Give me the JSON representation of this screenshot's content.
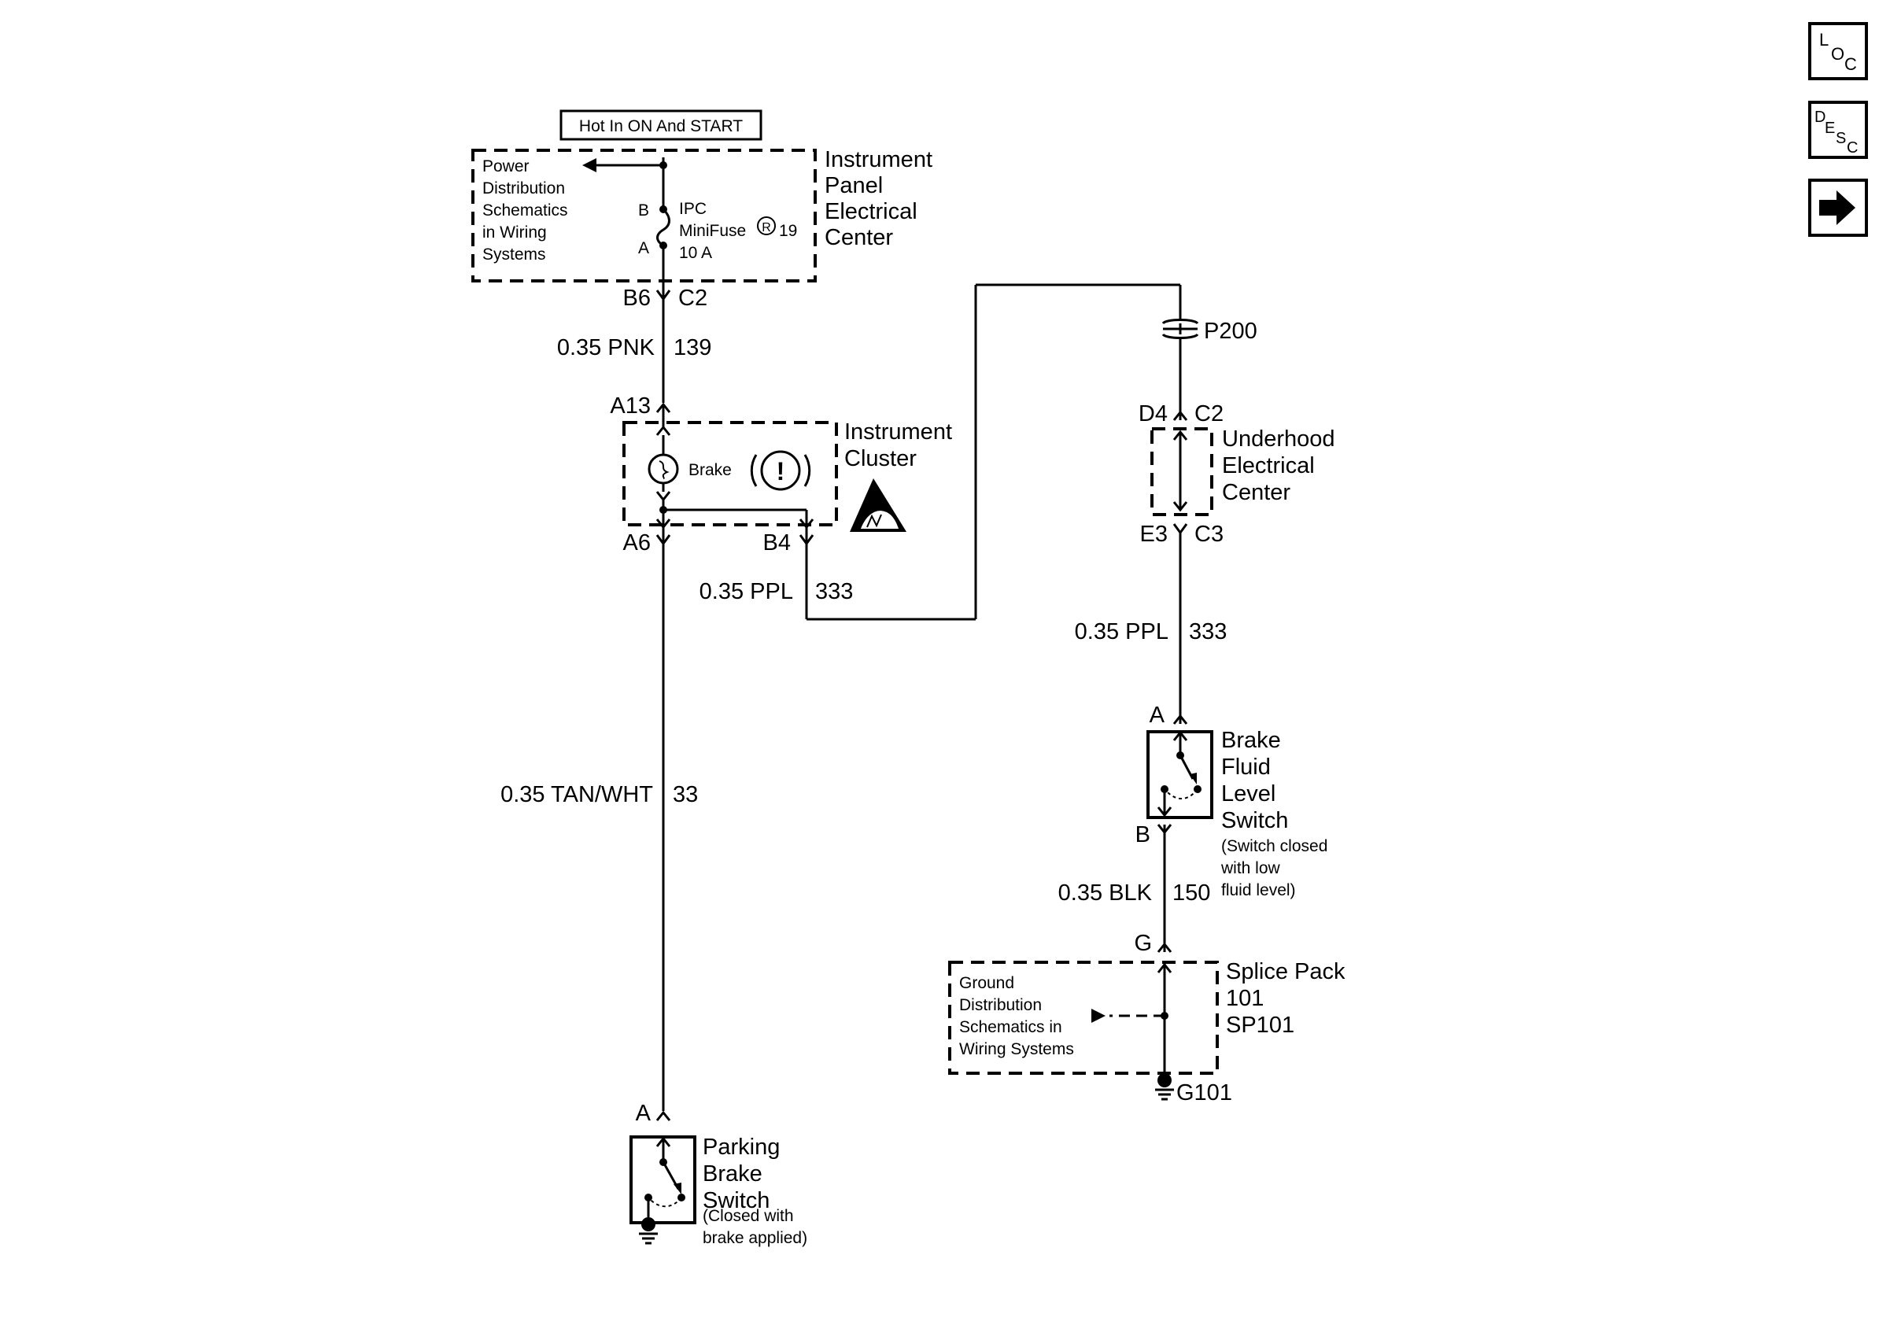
{
  "hot_label": "Hot In ON And START",
  "ipec": {
    "title": [
      "Instrument",
      "Panel",
      "Electrical",
      "Center"
    ],
    "power_ref": [
      "Power",
      "Distribution",
      "Schematics",
      "in Wiring",
      "Systems"
    ],
    "fuse": {
      "line1": "IPC",
      "line2": "MiniFuse",
      "registered": "R",
      "number": "19",
      "rating": "10 A",
      "pin_top": "B",
      "pin_bottom": "A"
    },
    "conn_left": "B6",
    "conn_right": "C2"
  },
  "wire_pnk": {
    "gauge": "0.35 PNK",
    "circuit": "139"
  },
  "cluster": {
    "title": [
      "Instrument",
      "Cluster"
    ],
    "pin_in": "A13",
    "pin_out_left": "A6",
    "pin_out_right": "B4",
    "lamp_label": "Brake",
    "warning_symbol": "!"
  },
  "wire_ppl_1": {
    "gauge": "0.35 PPL",
    "circuit": "333"
  },
  "pass_through": "P200",
  "uec": {
    "title": [
      "Underhood",
      "Electrical",
      "Center"
    ],
    "top_left": "D4",
    "top_right": "C2",
    "bottom_left": "E3",
    "bottom_right": "C3"
  },
  "wire_ppl_2": {
    "gauge": "0.35 PPL",
    "circuit": "333"
  },
  "wire_tan": {
    "gauge": "0.35 TAN/WHT",
    "circuit": "33"
  },
  "fluid_switch": {
    "title": [
      "Brake",
      "Fluid",
      "Level",
      "Switch"
    ],
    "note": [
      "(Switch closed",
      "with low",
      "fluid level)"
    ],
    "pin_top": "A",
    "pin_bottom": "B"
  },
  "wire_blk": {
    "gauge": "0.35 BLK",
    "circuit": "150"
  },
  "splice": {
    "pin": "G",
    "title": [
      "Splice Pack",
      "101",
      "SP101"
    ],
    "ground_ref": [
      "Ground",
      "Distribution",
      "Schematics in",
      "Wiring Systems"
    ],
    "ground": "G101"
  },
  "park_switch": {
    "pin": "A",
    "title": [
      "Parking",
      "Brake",
      "Switch"
    ],
    "note": [
      "(Closed with",
      "brake applied)"
    ]
  },
  "nav": {
    "loc": {
      "l1": "L",
      "l2": "O",
      "l3": "C"
    },
    "desc": {
      "l1": "D",
      "l2": "E",
      "l3": "S",
      "l4": "C"
    },
    "next_icon": "right-arrow-icon"
  }
}
